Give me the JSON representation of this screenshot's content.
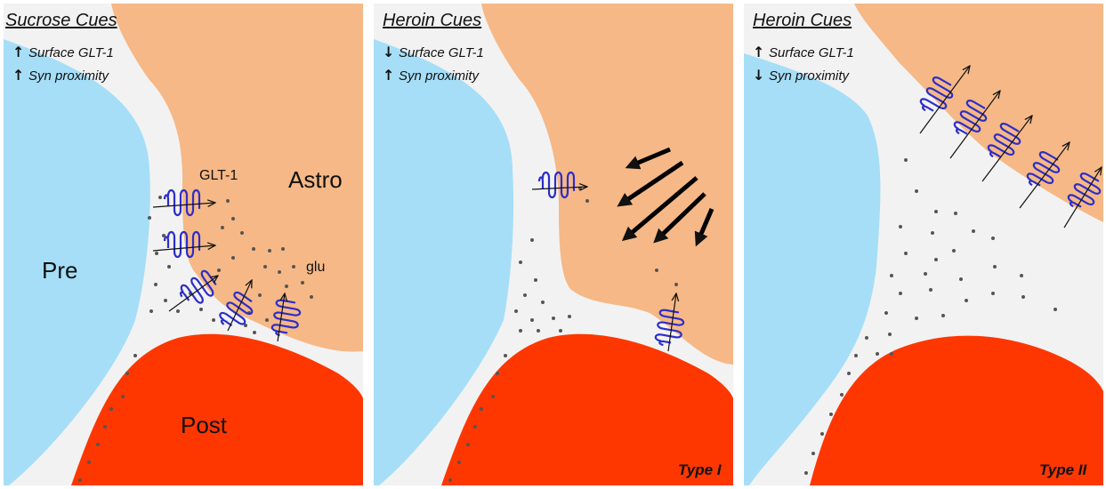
{
  "panels": [
    {
      "title": "Sucrose Cues",
      "line1": "Surface GLT-1",
      "line2": "Syn proximity",
      "labels": {
        "pre": "Pre",
        "astro": "Astro",
        "post": "Post",
        "glt1": "GLT-1",
        "glu": "glu"
      },
      "type_label": ""
    },
    {
      "title": "Heroin Cues",
      "line1": "Surface GLT-1",
      "line2": "Syn proximity",
      "type_label": "Type I"
    },
    {
      "title": "Heroin Cues",
      "line1": "Surface GLT-1",
      "line2": "Syn proximity",
      "type_label": "Type II"
    }
  ],
  "arrow_directions": [
    {
      "line1": "up",
      "line2": "up"
    },
    {
      "line1": "down",
      "line2": "up"
    },
    {
      "line1": "up",
      "line2": "down"
    }
  ],
  "colors": {
    "pre": "#a6def7",
    "astro": "#f6b886",
    "post": "#fe3700",
    "cleft": "#f2f2f2",
    "transporter": "#2d2ec9"
  }
}
